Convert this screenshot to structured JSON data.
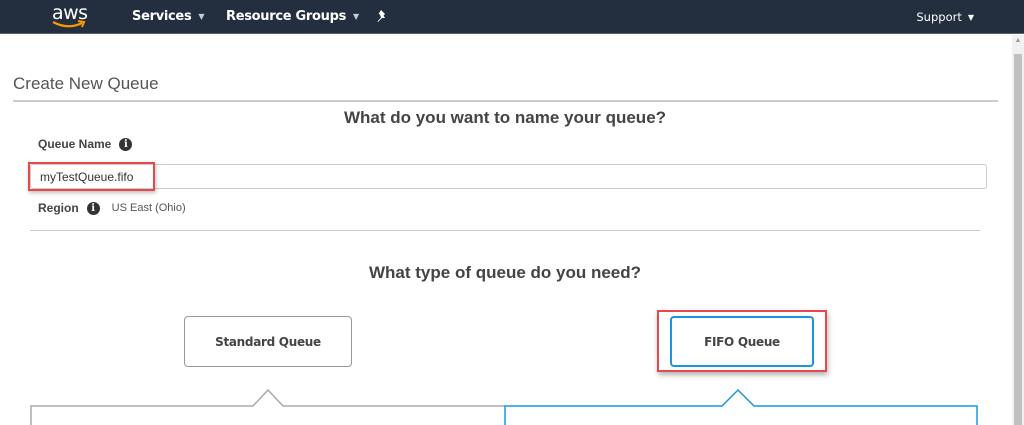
{
  "topnav": {
    "logo": "aws",
    "services_label": "Services",
    "resource_groups_label": "Resource Groups",
    "support_label": "Support",
    "icons": {
      "caret": "▾",
      "pin": "pin-icon"
    }
  },
  "page": {
    "title": "Create New Queue",
    "name_heading": "What do you want to name your queue?",
    "queue_name_label": "Queue Name",
    "queue_name_value": "myTestQueue.fifo",
    "region_label": "Region",
    "region_value": "US East (Ohio)",
    "type_heading": "What type of queue do you need?",
    "info_glyph": "i"
  },
  "queue_types": {
    "standard_label": "Standard Queue",
    "fifo_label": "FIFO Queue",
    "selected": "FIFO Queue"
  },
  "colors": {
    "nav_bg": "#232f3e",
    "accent_blue": "#1b95e0",
    "highlight_red": "#e8474c",
    "aws_orange": "#ff9900"
  }
}
